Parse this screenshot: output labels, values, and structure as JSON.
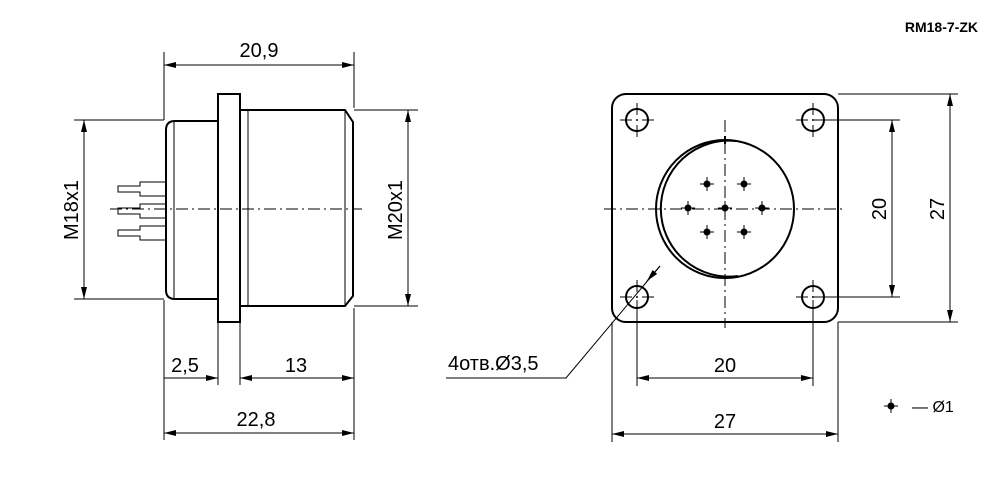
{
  "part_number": "RM18-7-ZK",
  "side_view": {
    "overall_length_top": "20,9",
    "flange_offset": "2,5",
    "body_length": "13",
    "overall_length_bottom": "22,8",
    "rear_thread": "M18x1",
    "front_thread": "M20x1"
  },
  "front_view": {
    "hole_spacing_vertical": "20",
    "flange_height": "27",
    "hole_spacing_horizontal": "20",
    "flange_width": "27",
    "mounting_holes": "4отв.Ø3,5"
  },
  "legend": {
    "pin_diameter": "— Ø1"
  },
  "pin_count": 7
}
